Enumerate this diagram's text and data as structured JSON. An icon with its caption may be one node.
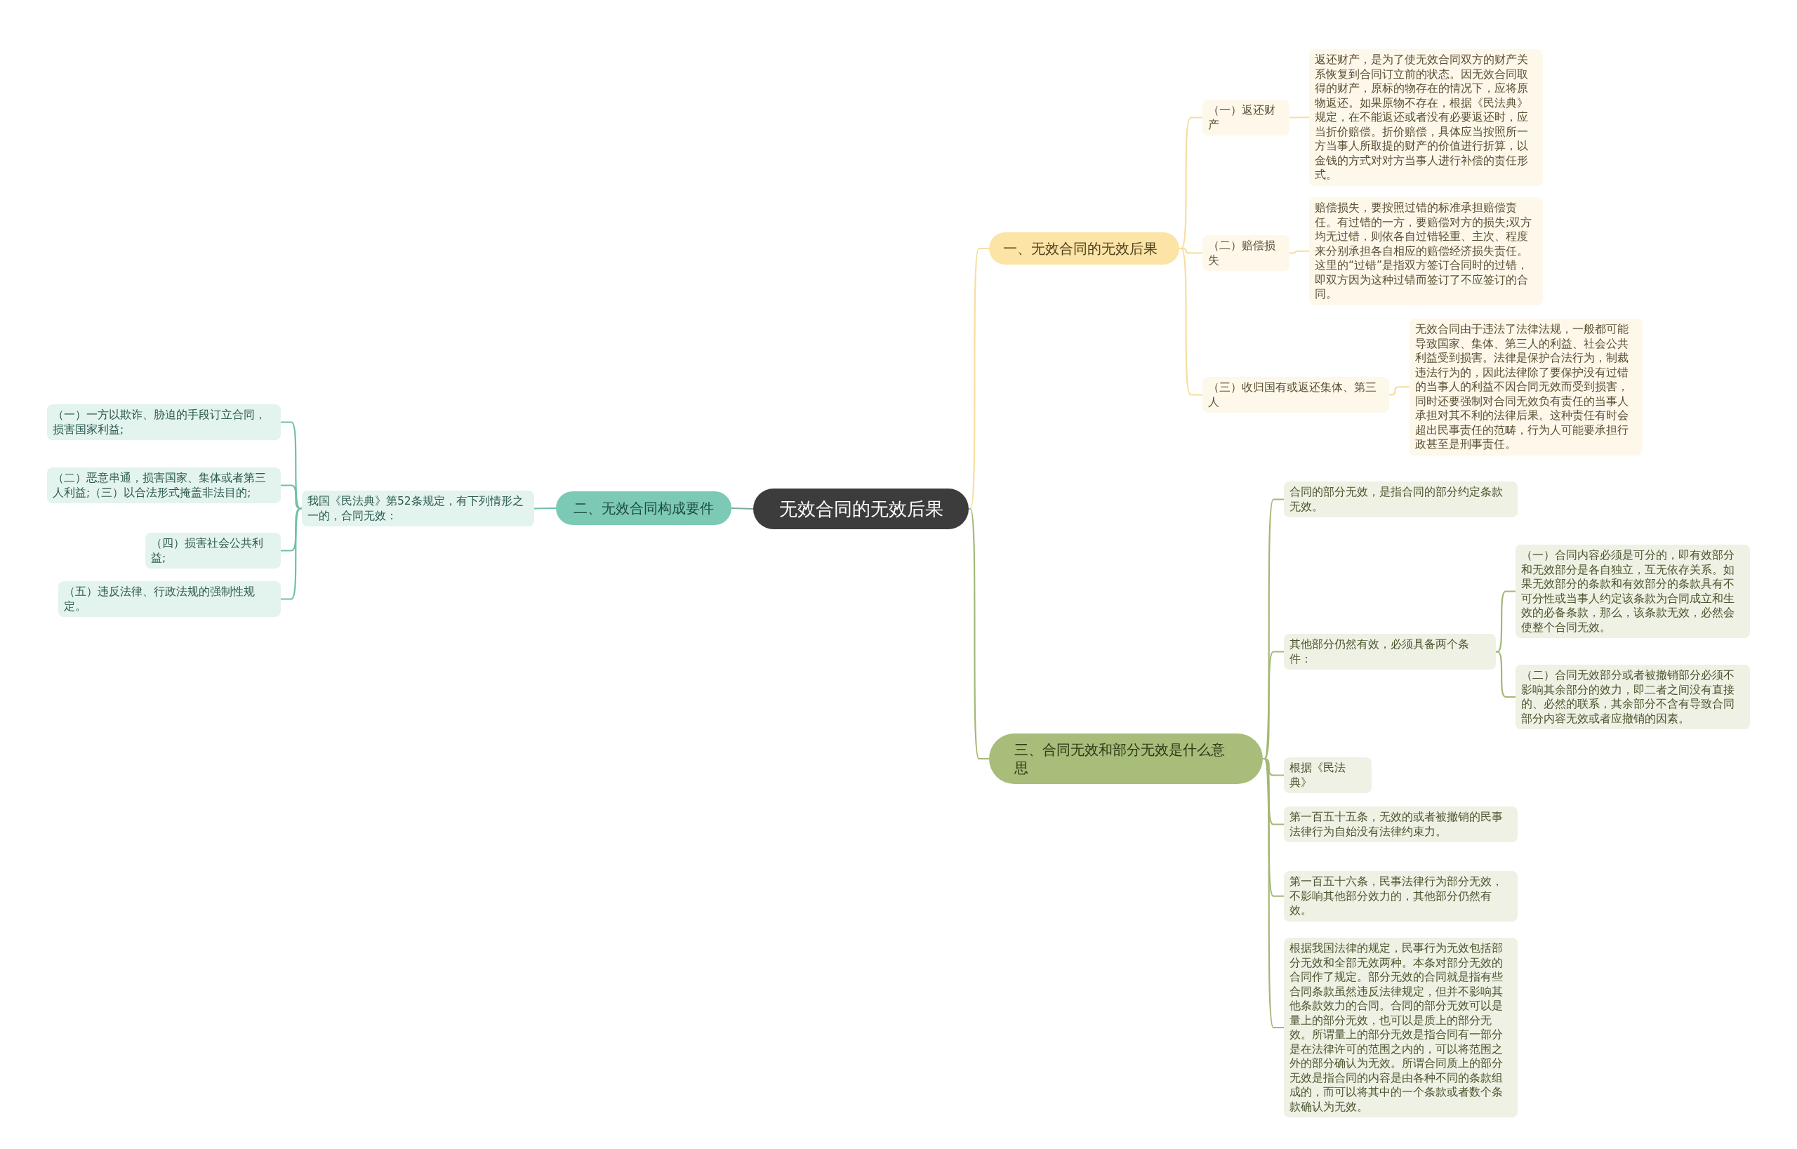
{
  "diagram": {
    "nodes": [
      {
        "text": [
          "无效合同的无效后果"
        ]
      },
      {
        "text": [
          "一、无效合同的无效后果"
        ]
      },
      {
        "text": [
          "（一）返还财产"
        ]
      },
      {
        "text": [
          "返还财产，是为了使无效合同双方的财产关系恢复到合同订立前的状态。因无效合同取得的财产，原标的物存在的情况下，应将原物返还。如果原物不存在，根据《民法典》规定，在不能返还或者没有必要返还时，应当折价赔偿。折价赔偿，具体应当按照所一方当事人所取提的财产的价值进行折算，以金钱的方式对对方当事人进行补偿的责任形式。"
        ]
      },
      {
        "text": [
          "（二）赔偿损失"
        ]
      },
      {
        "text": [
          "赔偿损失，要按照过错的标准承担赔偿责任。有过错的一方，要赔偿对方的损失;双方均无过错，则依各自过错轻重、主次、程度来分别承担各自相应的赔偿经济损失责任。这里的“过错”是指双方签订合同时的过错，即双方因为这种过错而签订了不应签订的合同。"
        ]
      },
      {
        "text": [
          "（三）收归国有或返还集体、第三人"
        ]
      },
      {
        "text": [
          "无效合同由于违法了法律法规，一般都可能导致国家、集体、第三人的利益、社会公共利益受到损害。法律是保护合法行为，制裁违法行为的，因此法律除了要保护没有过错的当事人的利益不因合同无效而受到损害，同时还要强制对合同无效负有责任的当事人承担对其不利的法律后果。这种责任有时会超出民事责任的范畴，行为人可能要承担行政甚至是刑事责任。"
        ]
      },
      {
        "text": [
          "二、无效合同构成要件"
        ]
      },
      {
        "text": [
          "我国《民法典》第52条规定，有下列情形之一的，合同无效："
        ]
      },
      {
        "text": [
          "（一）一方以欺诈、胁迫的手段订立合同，损害国家利益;"
        ]
      },
      {
        "text": [
          "（二）恶意串通，损害国家、集体或者第三人利益;（三）以合法形式掩盖非法目的;"
        ]
      },
      {
        "text": [
          "（四）损害社会公共利益;"
        ]
      },
      {
        "text": [
          "（五）违反法律、行政法规的强制性规定。"
        ]
      },
      {
        "text": [
          "三、合同无效和部分无效是什么意思"
        ]
      },
      {
        "text": [
          "合同的部分无效，是指合同的部分约定条款无效。"
        ]
      },
      {
        "text": [
          "其他部分仍然有效，必须具备两个条件："
        ]
      },
      {
        "text": [
          "（一）合同内容必须是可分的，即有效部分和无效部分是各自独立，互无依存关系。如果无效部分的条款和有效部分的条款具有不可分性或当事人约定该条款为合同成立和生效的必备条款，那么，该条款无效，必然会使整个合同无效。"
        ]
      },
      {
        "text": [
          "（二）合同无效部分或者被撤销部分必须不影响其余部分的效力，即二者之间没有直接的、必然的联系，其余部分不含有导致合同部分内容无效或者应撤销的因素。"
        ]
      },
      {
        "text": [
          "根据《民法典》"
        ]
      },
      {
        "text": [
          "第一百五十五条，无效的或者被撤销的民事法律行为自始没有法律约束力。"
        ]
      },
      {
        "text": [
          "第一百五十六条，民事法律行为部分无效，不影响其他部分效力的，其他部分仍然有效。"
        ]
      },
      {
        "text": [
          "根据我国法律的规定，民事行为无效包括部分无效和全部无效两种。本条对部分无效的合同作了规定。部分无效的合同就是指有些合同条款虽然违反法律规定，但并不影响其他条款效力的合同。合同的部分无效可以是量上的部分无效，也可以是质上的部分无效。所谓量上的部分无效是指合同有一部分是在法律许可的范围之内的，可以将范围之外的部分确认为无效。所谓合同质上的部分无效是指合同的内容是由各种不同的条款组成的，而可以将其中的一个条款或者数个条款确认为无效。"
        ]
      }
    ],
    "edges": [
      {
        "from": 0,
        "to": 1,
        "arrow": "none",
        "color": "#f7dea0"
      },
      {
        "from": 1,
        "to": 2,
        "arrow": "none",
        "color": "#f7dea0"
      },
      {
        "from": 2,
        "to": 3,
        "arrow": "none",
        "color": "#f7dea0"
      },
      {
        "from": 1,
        "to": 4,
        "arrow": "none",
        "color": "#f7dea0"
      },
      {
        "from": 4,
        "to": 5,
        "arrow": "none",
        "color": "#f7dea0"
      },
      {
        "from": 1,
        "to": 6,
        "arrow": "none",
        "color": "#f7dea0"
      },
      {
        "from": 6,
        "to": 7,
        "arrow": "none",
        "color": "#f7dea0"
      },
      {
        "from": 0,
        "to": 8,
        "arrow": "none",
        "color": "#7fa89e"
      },
      {
        "from": 8,
        "to": 9,
        "arrow": "none",
        "color": "#6fbfaa"
      },
      {
        "from": 9,
        "to": 10,
        "arrow": "none",
        "color": "#6fbfaa"
      },
      {
        "from": 9,
        "to": 11,
        "arrow": "none",
        "color": "#6fbfaa"
      },
      {
        "from": 9,
        "to": 12,
        "arrow": "none",
        "color": "#6fbfaa"
      },
      {
        "from": 9,
        "to": 13,
        "arrow": "none",
        "color": "#6fbfaa"
      },
      {
        "from": 0,
        "to": 14,
        "arrow": "none"
      },
      {
        "from": 14,
        "to": 15,
        "arrow": "none"
      },
      {
        "from": 14,
        "to": 16,
        "arrow": "none"
      },
      {
        "from": 16,
        "to": 17,
        "arrow": "none"
      },
      {
        "from": 16,
        "to": 18,
        "arrow": "none"
      },
      {
        "from": 14,
        "to": 19,
        "arrow": "none"
      },
      {
        "from": 14,
        "to": 20,
        "arrow": "none"
      },
      {
        "from": 14,
        "to": 21,
        "arrow": "none"
      },
      {
        "from": 14,
        "to": 22,
        "arrow": "none"
      }
    ]
  }
}
